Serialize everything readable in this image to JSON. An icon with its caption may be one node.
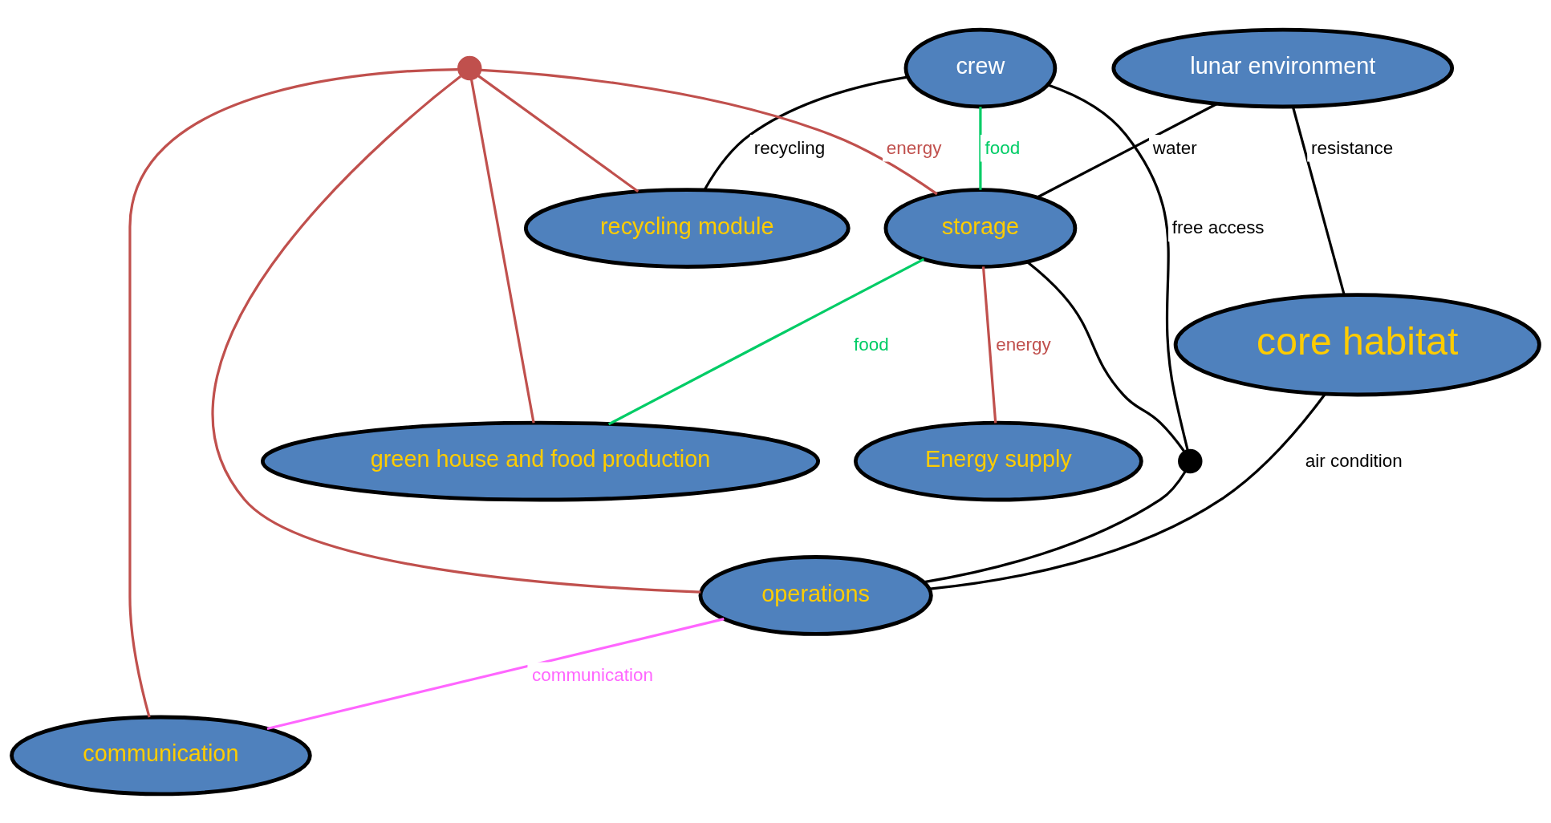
{
  "diagram": {
    "nodes": [
      {
        "text": [
          "storage"
        ]
      },
      {
        "text": [
          "crew"
        ]
      },
      {
        "text": [
          "lunar environment"
        ]
      },
      {
        "text": [
          "core habitat"
        ]
      },
      {
        "text": [
          "recycling module"
        ]
      },
      {
        "text": [
          "Energy supply"
        ]
      },
      {
        "text": [
          "green house and food production"
        ]
      },
      {
        "text": [
          "operations"
        ]
      },
      {
        "text": [
          "communication"
        ]
      },
      {
        "text": [],
        "shape": "circle"
      },
      {
        "text": [],
        "shape": "circle"
      }
    ],
    "edges": [
      {
        "from": 1,
        "to": 0,
        "arrow": "none",
        "label": "food",
        "color": "#00cc66"
      },
      {
        "from": 0,
        "to": 6,
        "arrow": "none",
        "label": "food",
        "color": "#00cc66"
      },
      {
        "from": 1,
        "to": 9,
        "arrow": "none",
        "label": "free access"
      },
      {
        "from": 0,
        "to": 9,
        "arrow": "none"
      },
      {
        "from": 9,
        "to": 7,
        "arrow": "none"
      },
      {
        "from": 1,
        "to": 4,
        "arrow": "none",
        "label": "recycling"
      },
      {
        "from": 2,
        "to": 0,
        "arrow": "none",
        "label": "water"
      },
      {
        "from": 2,
        "to": 3,
        "arrow": "none",
        "label": "resistance"
      },
      {
        "from": 0,
        "to": 5,
        "arrow": "none",
        "label": "energy",
        "color": "#c0504d"
      },
      {
        "from": 10,
        "to": 0,
        "arrow": "none",
        "label": "energy",
        "color": "#c0504d"
      },
      {
        "from": 10,
        "to": 4,
        "arrow": "none",
        "color": "#c0504d"
      },
      {
        "from": 10,
        "to": 6,
        "arrow": "none",
        "color": "#c0504d"
      },
      {
        "from": 10,
        "to": 7,
        "arrow": "none",
        "color": "#c0504d"
      },
      {
        "from": 10,
        "to": 8,
        "arrow": "none",
        "color": "#c0504d"
      },
      {
        "from": 3,
        "to": 7,
        "arrow": "none",
        "label": "air condition"
      },
      {
        "from": 7,
        "to": 8,
        "arrow": "none",
        "label": "communication",
        "color": "#ff66ff"
      }
    ]
  }
}
